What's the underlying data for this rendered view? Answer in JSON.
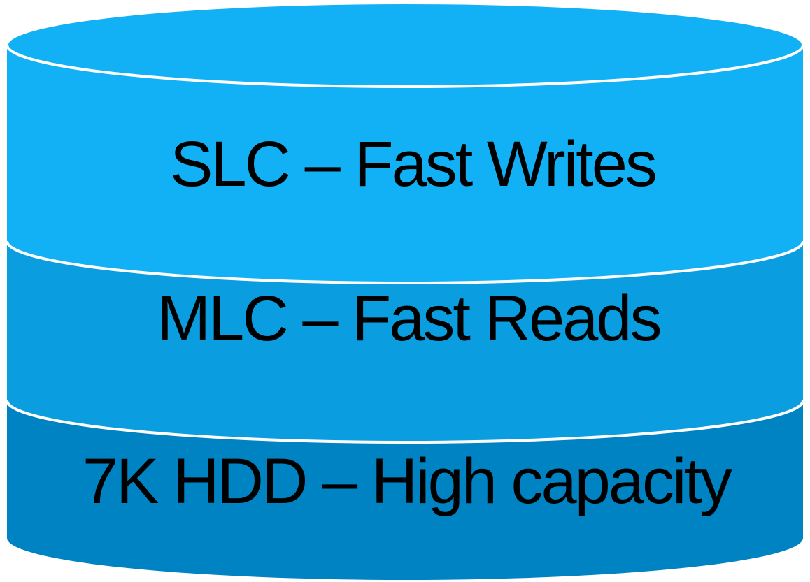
{
  "diagram": {
    "tiers": [
      {
        "label": "SLC – Fast Writes",
        "color": "#12b1f5"
      },
      {
        "label": "MLC – Fast Reads",
        "color": "#0a9ddf"
      },
      {
        "label": "7K HDD – High capacity",
        "color": "#0083c3"
      }
    ],
    "colors": {
      "top_cap": "#12b1f5",
      "separator": "#ffffff",
      "text": "#000000"
    }
  }
}
